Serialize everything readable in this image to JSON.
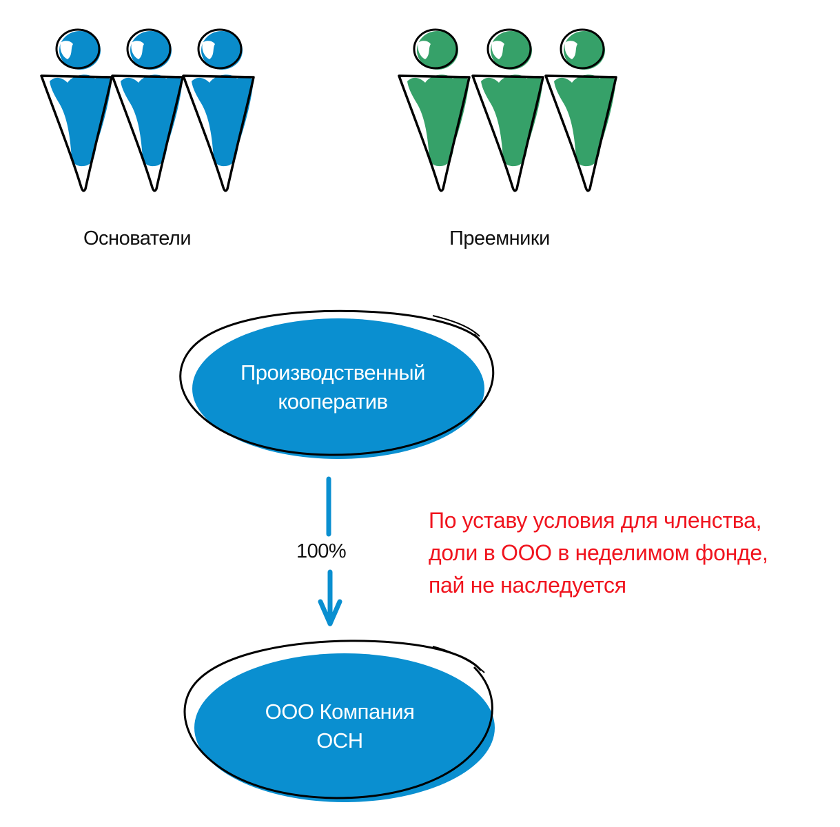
{
  "colors": {
    "founders": "#0a8ccb",
    "successors": "#36a169",
    "node_fill": "#0a8fd0",
    "arrow": "#0a8fd0",
    "note": "#f0141e",
    "outline": "#000000"
  },
  "groups": [
    {
      "id": "founders",
      "label": "Основатели",
      "icon": "person-icon",
      "count": 3
    },
    {
      "id": "successors",
      "label": "Преемники",
      "icon": "person-icon",
      "count": 3
    }
  ],
  "nodes": [
    {
      "id": "cooperative",
      "lines": [
        "Производственный",
        "кооператив"
      ]
    },
    {
      "id": "llc",
      "lines": [
        "ООО Компания",
        "ОСН"
      ]
    }
  ],
  "edges": [
    {
      "from": "cooperative",
      "to": "llc",
      "label": "100%",
      "icon": "arrow-down-icon"
    }
  ],
  "note": {
    "lines": [
      "По уставу условия для членства,",
      "доли в ООО в неделимом фонде,",
      "пай не наследуется"
    ]
  }
}
